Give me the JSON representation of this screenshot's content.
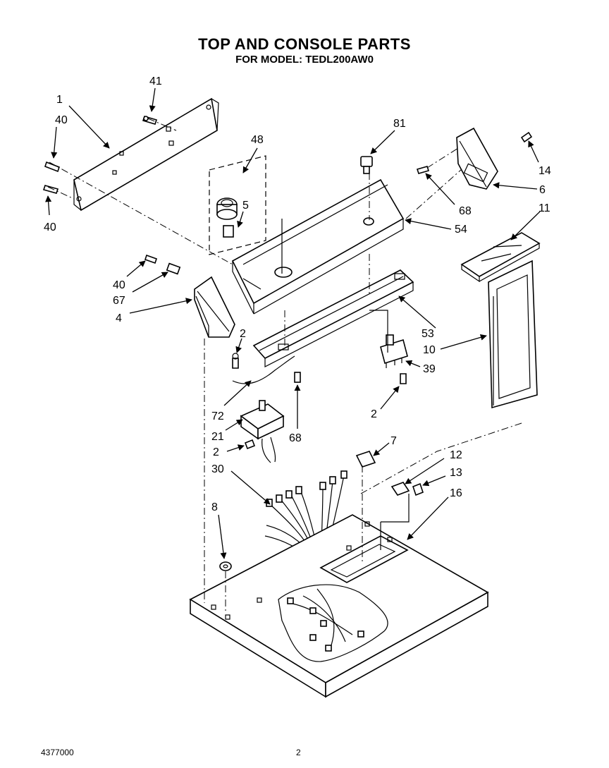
{
  "header": {
    "title": "TOP AND CONSOLE PARTS",
    "subtitle": "FOR MODEL: TEDL200AW0"
  },
  "footer": {
    "doc_number": "4377000",
    "page_number": "2"
  },
  "callouts": [
    {
      "id": "c1",
      "label": "1"
    },
    {
      "id": "c40a",
      "label": "40"
    },
    {
      "id": "c40b",
      "label": "40"
    },
    {
      "id": "c41",
      "label": "41"
    },
    {
      "id": "c48",
      "label": "48"
    },
    {
      "id": "c5",
      "label": "5"
    },
    {
      "id": "c81",
      "label": "81"
    },
    {
      "id": "c54",
      "label": "54"
    },
    {
      "id": "c14",
      "label": "14"
    },
    {
      "id": "c6",
      "label": "6"
    },
    {
      "id": "c68a",
      "label": "68"
    },
    {
      "id": "c11",
      "label": "11"
    },
    {
      "id": "c40c",
      "label": "40"
    },
    {
      "id": "c67",
      "label": "67"
    },
    {
      "id": "c4",
      "label": "4"
    },
    {
      "id": "c2a",
      "label": "2"
    },
    {
      "id": "c53",
      "label": "53"
    },
    {
      "id": "c10",
      "label": "10"
    },
    {
      "id": "c39",
      "label": "39"
    },
    {
      "id": "c2b",
      "label": "2"
    },
    {
      "id": "c72",
      "label": "72"
    },
    {
      "id": "c21",
      "label": "21"
    },
    {
      "id": "c68b",
      "label": "68"
    },
    {
      "id": "c2c",
      "label": "2"
    },
    {
      "id": "c7",
      "label": "7"
    },
    {
      "id": "c30",
      "label": "30"
    },
    {
      "id": "c12",
      "label": "12"
    },
    {
      "id": "c13",
      "label": "13"
    },
    {
      "id": "c16",
      "label": "16"
    },
    {
      "id": "c8",
      "label": "8"
    }
  ]
}
